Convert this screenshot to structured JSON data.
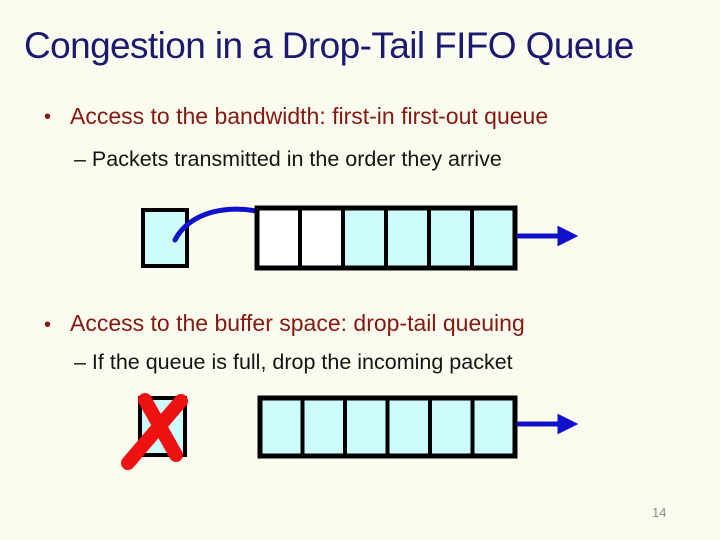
{
  "slide": {
    "title": "Congestion in a Drop-Tail FIFO Queue",
    "page_number": "14",
    "bullet_glyph": "•",
    "bullets": [
      {
        "label": "Access to the bandwidth: first-in first-out queue",
        "sub_label": "– Packets transmitted in the order they arrive"
      },
      {
        "label": "Access to the buffer space: drop-tail queuing",
        "sub_label": "– If the queue is full, drop the incoming packet"
      }
    ],
    "diagrams": [
      {
        "name": "fifo-arrival-diagram",
        "incoming_packet_filled": true,
        "packet_dropped": false,
        "has_curved_arrival_arrow": true,
        "has_departure_arrow": true,
        "queue_cells": [
          false,
          false,
          true,
          true,
          true,
          true
        ]
      },
      {
        "name": "drop-tail-diagram",
        "incoming_packet_filled": true,
        "packet_dropped": true,
        "has_curved_arrival_arrow": false,
        "has_departure_arrow": true,
        "queue_cells": [
          true,
          true,
          true,
          true,
          true,
          true
        ]
      }
    ],
    "colors": {
      "background": "#FCFBF0",
      "title": "#1A1A70",
      "bullet": "#851810",
      "body": "#141414",
      "arrow": "#1111CC",
      "cell_fill": "#CEFBFB",
      "cell_empty": "#FFFFFF",
      "cell_border": "#000000",
      "drop_x": "#EE1111",
      "page_number": "#8C8C8C"
    }
  }
}
